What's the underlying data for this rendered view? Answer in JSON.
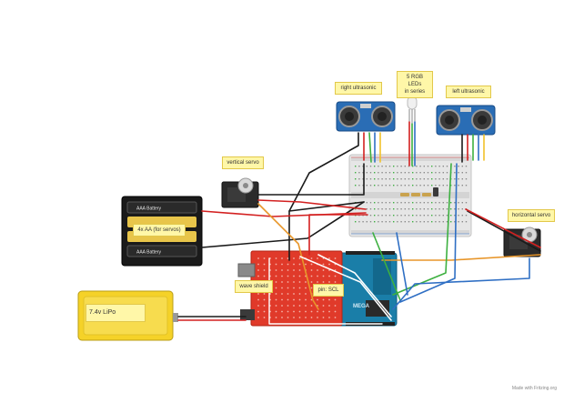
{
  "labels": {
    "right_ultrasonic": "right ultrasonic",
    "leds": "5 RGB LEDs\nin series",
    "left_ultrasonic": "left ultrasonic",
    "vertical_servo": "vertical servo",
    "horizontal_servo": "horizontal servo",
    "battery_pack": "4x AA (for servos)",
    "lipo": "7.4v LiPo",
    "wave_shield": "wave shield",
    "pin": "pin: SCL"
  },
  "battery": {
    "top_cell": "AAA Battery",
    "bottom_cell": "AAA Battery"
  },
  "board": {
    "name": "MEGA"
  },
  "credit": "Made with Fritzing.org",
  "colors": {
    "board_red": "#e03a2a",
    "board_blue": "#1a7ea8",
    "lipo_yellow": "#f5d228",
    "sensor_blue": "#2a6db5",
    "breadboard": "#e6e6e6",
    "note_yellow": "#fff7a8"
  },
  "wire_colors": [
    "#1a1a1a",
    "#d32020",
    "#e8962a",
    "#3db040",
    "#2f6fc4",
    "#f2c22a"
  ]
}
